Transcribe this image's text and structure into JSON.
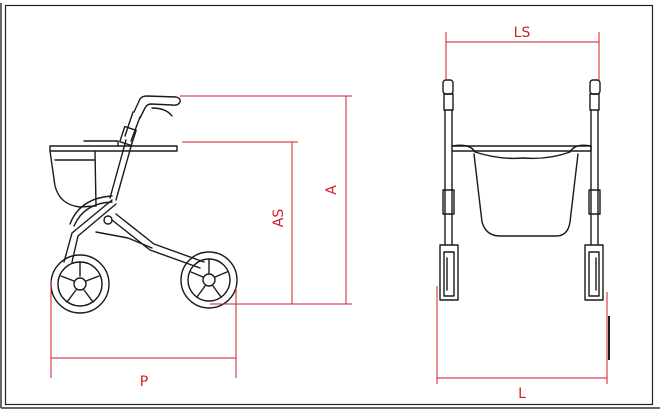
{
  "labels": {
    "depth": "P",
    "seat_height": "AS",
    "overall_height": "A",
    "inner_width": "LS",
    "overall_width": "L"
  },
  "colors": {
    "dimension": "#d21e26",
    "line_art": "#1a1a1a",
    "frame_border": "#222222",
    "background": "#ffffff"
  },
  "views": {
    "side": "rollator-side-view",
    "front": "rollator-front-view"
  }
}
